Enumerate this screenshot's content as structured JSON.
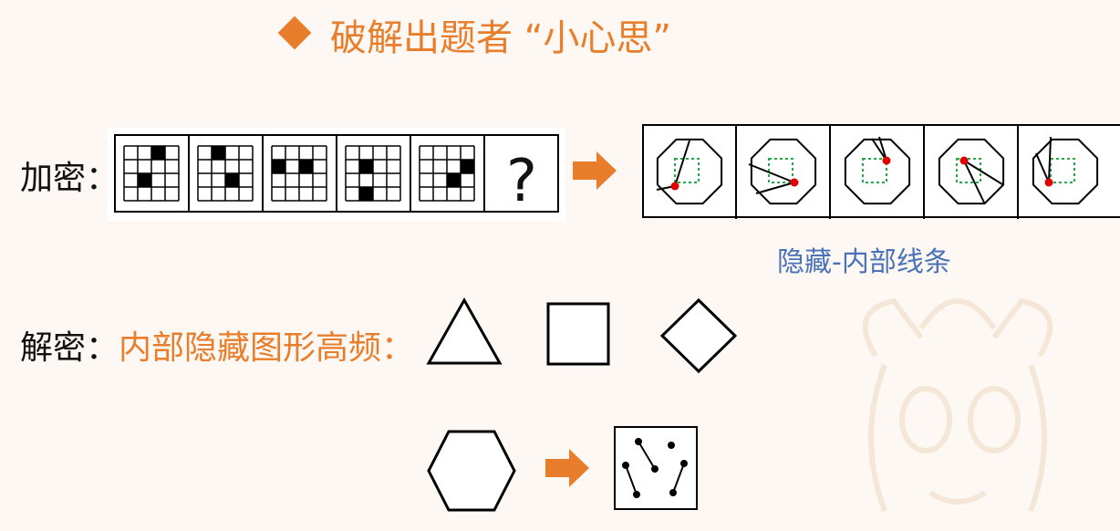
{
  "title": {
    "text": "破解出题者 “小心思”",
    "icon": "diamond-bullet-icon"
  },
  "encrypt": {
    "label": "加密：",
    "question_mark": "?",
    "grids": [
      {
        "filled": [
          [
            0,
            2
          ],
          [
            2,
            1
          ]
        ]
      },
      {
        "filled": [
          [
            0,
            1
          ],
          [
            2,
            2
          ]
        ]
      },
      {
        "filled": [
          [
            1,
            0
          ],
          [
            1,
            2
          ]
        ]
      },
      {
        "filled": [
          [
            1,
            1
          ],
          [
            3,
            1
          ]
        ]
      },
      {
        "filled": [
          [
            1,
            3
          ],
          [
            2,
            2
          ]
        ]
      }
    ]
  },
  "hidden": {
    "caption": "隐藏-内部线条"
  },
  "decrypt": {
    "label": "解密：",
    "highlight": "内部隐藏图形高频：",
    "shapes": [
      "triangle-icon",
      "square-icon",
      "diamond-icon",
      "hexagon-icon"
    ]
  },
  "colors": {
    "accent": "#e87e2b",
    "caption": "#4a72b8",
    "dot": "#e00000",
    "dashed": "#22aa44"
  }
}
